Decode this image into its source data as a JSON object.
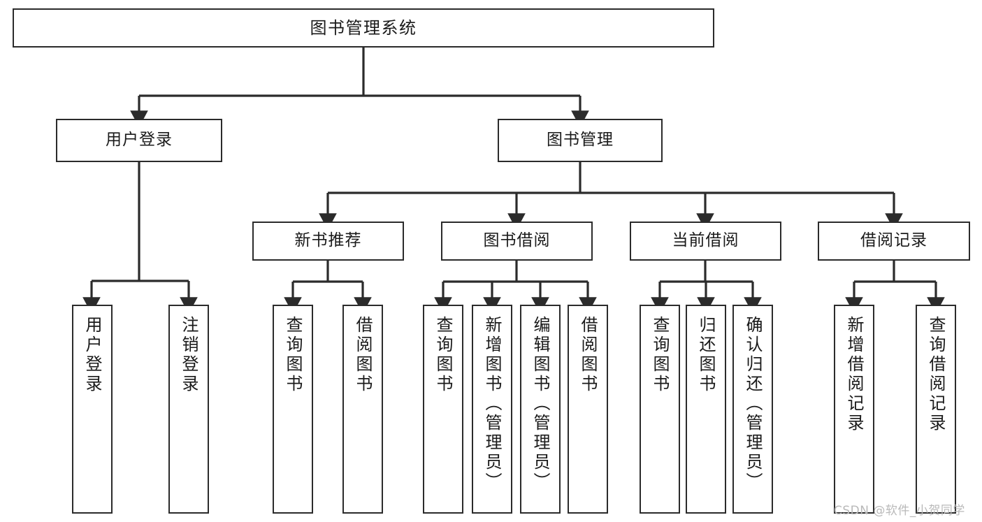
{
  "diagram": {
    "title": "图书管理系统",
    "type": "tree",
    "orientation": "top-down",
    "style": {
      "box_border_color": "#2b2b2b",
      "box_fill_color": "#ffffff",
      "edge_color": "#2b2b2b",
      "background": "#ffffff",
      "text_color": "#1a1a1a"
    },
    "root": {
      "id": "root",
      "label": "图书管理系统"
    },
    "level2": [
      {
        "id": "user-login",
        "label": "用户登录"
      },
      {
        "id": "book-manage",
        "label": "图书管理"
      }
    ],
    "level3": [
      {
        "id": "new-book-rec",
        "label": "新书推荐",
        "parent": "book-manage"
      },
      {
        "id": "book-borrow",
        "label": "图书借阅",
        "parent": "book-manage"
      },
      {
        "id": "current-borrow",
        "label": "当前借阅",
        "parent": "book-manage"
      },
      {
        "id": "borrow-record",
        "label": "借阅记录",
        "parent": "book-manage"
      }
    ],
    "leaves": {
      "user-login": [
        {
          "id": "leaf-user-login",
          "label": "用户登录"
        },
        {
          "id": "leaf-user-logout",
          "label": "注销登录"
        }
      ],
      "new-book-rec": [
        {
          "id": "leaf-query-book-1",
          "label": "查询图书"
        },
        {
          "id": "leaf-borrow-book-1",
          "label": "借阅图书"
        }
      ],
      "book-borrow": [
        {
          "id": "leaf-query-book-2",
          "label": "查询图书"
        },
        {
          "id": "leaf-add-book",
          "label": "新增图书（管理员）"
        },
        {
          "id": "leaf-edit-book",
          "label": "编辑图书（管理员）"
        },
        {
          "id": "leaf-borrow-book-2",
          "label": "借阅图书"
        }
      ],
      "current-borrow": [
        {
          "id": "leaf-query-book-3",
          "label": "查询图书"
        },
        {
          "id": "leaf-return-book",
          "label": "归还图书"
        },
        {
          "id": "leaf-confirm-return",
          "label": "确认归还（管理员）"
        }
      ],
      "borrow-record": [
        {
          "id": "leaf-add-record",
          "label": "新增借阅记录"
        },
        {
          "id": "leaf-query-record",
          "label": "查询借阅记录"
        }
      ]
    }
  },
  "watermark": {
    "text": "CSDN @软件_小贺同学"
  }
}
